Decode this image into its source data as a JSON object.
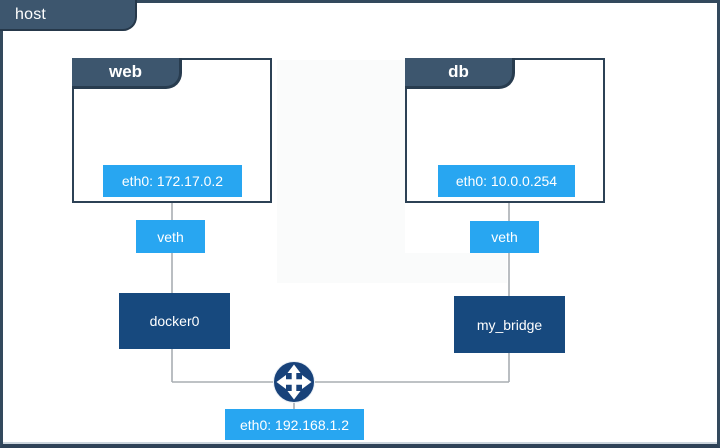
{
  "frame": {
    "host_label": "host"
  },
  "diagram": {
    "containers": [
      {
        "title": "web",
        "interface_label": "eth0: 172.17.0.2",
        "veth_label": "veth",
        "bridge_label": "docker0"
      },
      {
        "title": "db",
        "interface_label": "eth0: 10.0.0.254",
        "veth_label": "veth",
        "bridge_label": "my_bridge"
      }
    ],
    "host_interface_label": "eth0: 192.168.1.2",
    "icons": {
      "router": "router-arrows-icon"
    }
  },
  "colors": {
    "accent_blue": "#28A6F1",
    "navy_bridge": "#17497E",
    "slate_header": "#3D566E",
    "frame_border": "#33495D",
    "router_navy": "#18427A",
    "connector_gray": "#A8ADB2"
  }
}
